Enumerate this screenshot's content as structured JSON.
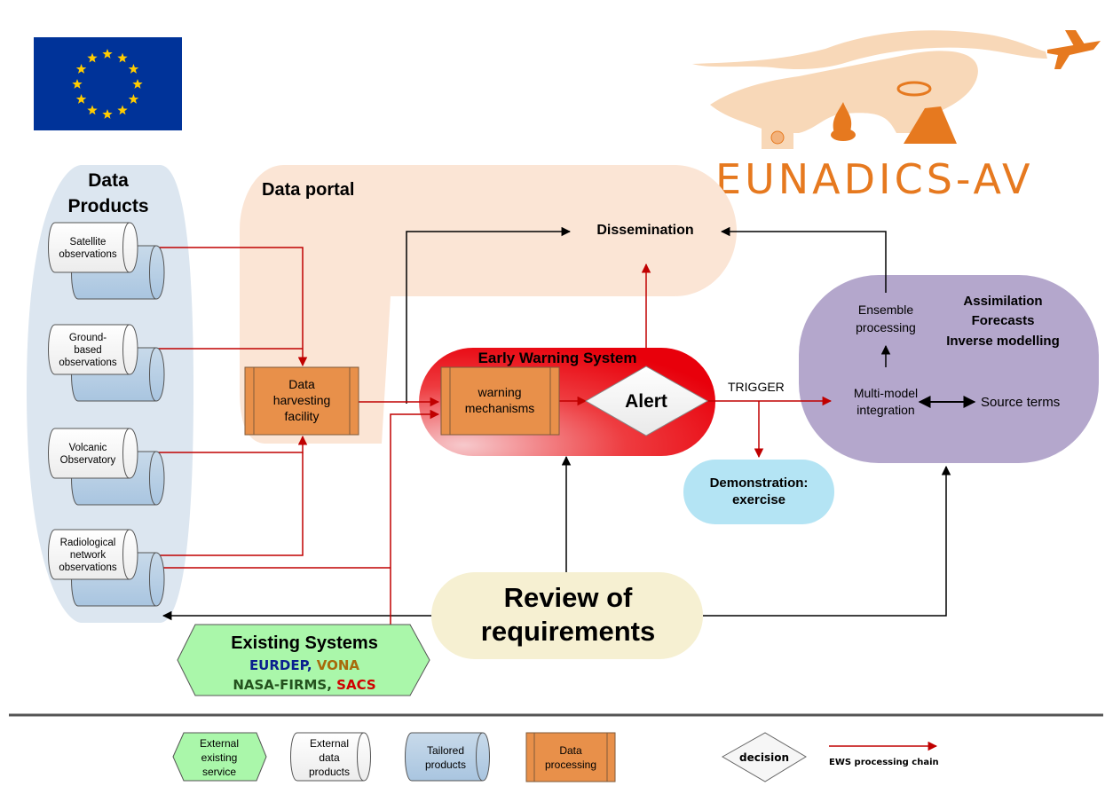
{
  "logos": {
    "eu_flag": "eu-flag",
    "project": "EUNADICS-AV"
  },
  "colors": {
    "data_products_bg": "#dce6f0",
    "data_portal_bg": "#fbe5d5",
    "ews_red": "#e8000b",
    "processing_orange": "#e8904a",
    "modelling_purple": "#b4a7cc",
    "demonstration_blue": "#b4e4f4",
    "review_yellow": "#f6f0d2",
    "existing_green": "#aaf7aa",
    "arrow_red": "#c00000",
    "logo_orange": "#e6791f"
  },
  "data_products": {
    "title_line1": "Data",
    "title_line2": "Products",
    "items": [
      {
        "lines": [
          "Satellite",
          "observations"
        ]
      },
      {
        "lines": [
          "Ground-",
          "based",
          "observations"
        ]
      },
      {
        "lines": [
          "Volcanic",
          "Observatory"
        ]
      },
      {
        "lines": [
          "Radiological",
          "network",
          "observations"
        ]
      }
    ]
  },
  "data_portal": {
    "title": "Data portal",
    "dissemination": "Dissemination",
    "harvesting": [
      "Data",
      "harvesting",
      "facility"
    ]
  },
  "ews": {
    "title": "Early Warning System",
    "mechanisms": [
      "warning",
      "mechanisms"
    ],
    "alert": "Alert",
    "trigger": "TRIGGER"
  },
  "modelling": {
    "ensemble": [
      "Ensemble",
      "processing"
    ],
    "multimodel": [
      "Multi-model",
      "integration"
    ],
    "source_terms": "Source terms",
    "capabilities": [
      "Assimilation",
      "Forecasts",
      "Inverse modelling"
    ]
  },
  "demonstration": [
    "Demonstration:",
    "exercise"
  ],
  "review": [
    "Review of",
    "requirements"
  ],
  "existing": {
    "title": "Existing Systems",
    "line1": [
      {
        "text": "EURDEP",
        "color": "#0a1f8f"
      },
      {
        "text": ",  ",
        "color": "#0a1f8f"
      },
      {
        "text": "VONA",
        "color": "#a86a0a"
      }
    ],
    "line2": [
      {
        "text": "NASA-FIRMS",
        "color": "#24521e"
      },
      {
        "text": ", ",
        "color": "#24521e"
      },
      {
        "text": "SACS",
        "color": "#d00000"
      }
    ]
  },
  "legend": {
    "external_service": [
      "External",
      "existing",
      "service"
    ],
    "external_data": [
      "External",
      "data",
      "products"
    ],
    "tailored": [
      "Tailored",
      "products"
    ],
    "processing": [
      "Data",
      "processing"
    ],
    "decision": "decision",
    "ews_chain": "EWS processing chain"
  }
}
